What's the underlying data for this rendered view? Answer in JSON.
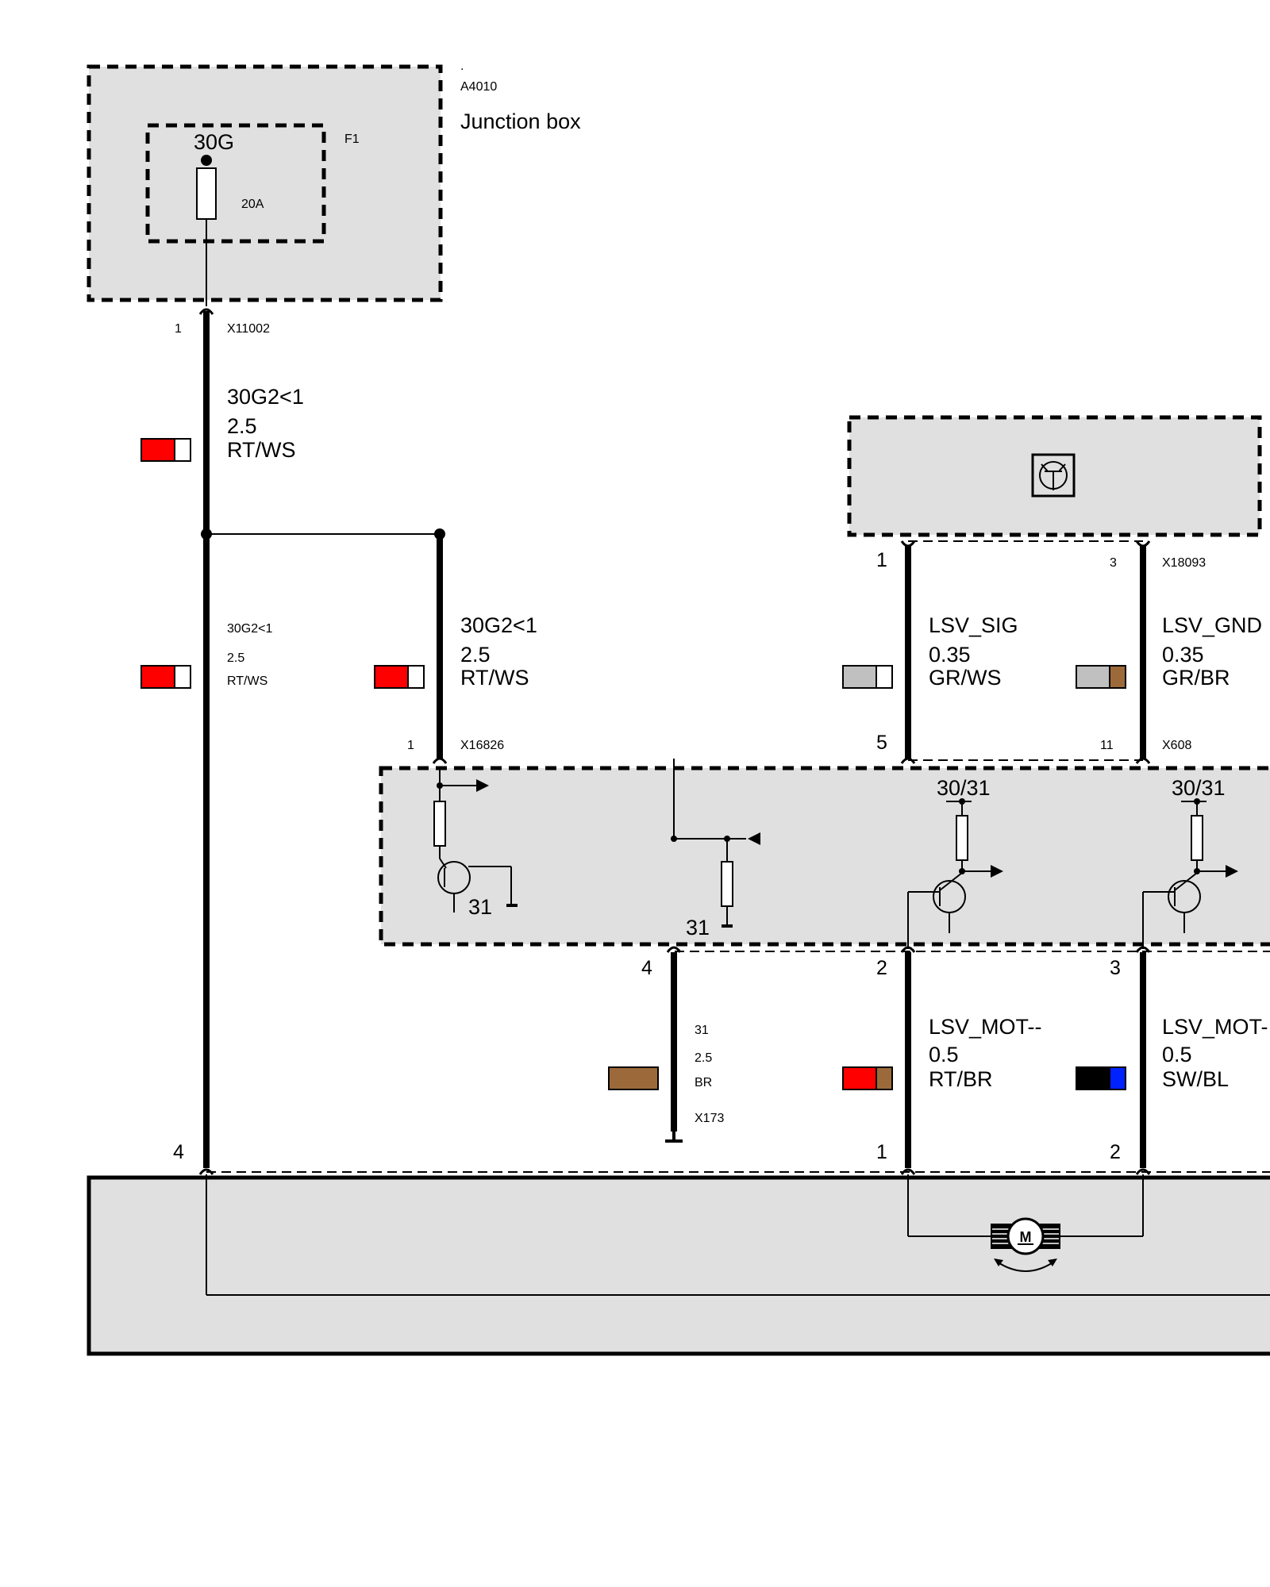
{
  "junction_box": {
    "dot": ".",
    "id": "A4010",
    "name": "Junction box",
    "fuse_terminal": "30G",
    "fuse_id": "F1",
    "fuse_rating": "20A"
  },
  "connectors": {
    "x11002": {
      "id": "X11002",
      "pin": "1"
    },
    "x16826": {
      "id": "X16826",
      "pin": "1"
    },
    "x18093": {
      "id": "X18093",
      "pin_left": "1",
      "pin_right": "3"
    },
    "x608": {
      "id": "X608",
      "pin_left": "5",
      "pin_right": "11"
    },
    "module_bottom": {
      "pin_a": "4",
      "pin_b": "2",
      "pin_c": "3"
    },
    "motor_top": {
      "pin_a": "4",
      "pin_b": "1",
      "pin_c": "2"
    },
    "ground_x173": "X173"
  },
  "wires": {
    "w1": {
      "signal": "30G2<1",
      "size": "2.5",
      "color_code": "RT/WS"
    },
    "w2": {
      "signal": "30G2<1",
      "size": "2.5",
      "color_code": "RT/WS"
    },
    "w3": {
      "signal": "30G2<1",
      "size": "2.5",
      "color_code": "RT/WS"
    },
    "w4": {
      "signal": "LSV_SIG",
      "size": "0.35",
      "color_code": "GR/WS"
    },
    "w5": {
      "signal": "LSV_GND",
      "size": "0.35",
      "color_code": "GR/BR"
    },
    "w6": {
      "signal": "31",
      "size": "2.5",
      "color_code": "BR"
    },
    "w7": {
      "signal": "LSV_MOT--",
      "size": "0.5",
      "color_code": "RT/BR"
    },
    "w8": {
      "signal": "LSV_MOT-",
      "size": "0.5",
      "color_code": "SW/BL"
    }
  },
  "module": {
    "ground_label_1": "31",
    "ground_label_2": "31",
    "supply_label_1": "30/31",
    "supply_label_2": "30/31"
  },
  "motor": {
    "symbol": "M"
  },
  "colors": {
    "RT": "#ff0000",
    "WS": "#ffffff",
    "GR": "#c0c0c0",
    "BR": "#9c6a3a",
    "SW": "#000000",
    "BL": "#0022ff",
    "box_fill": "#e0e0e0"
  }
}
